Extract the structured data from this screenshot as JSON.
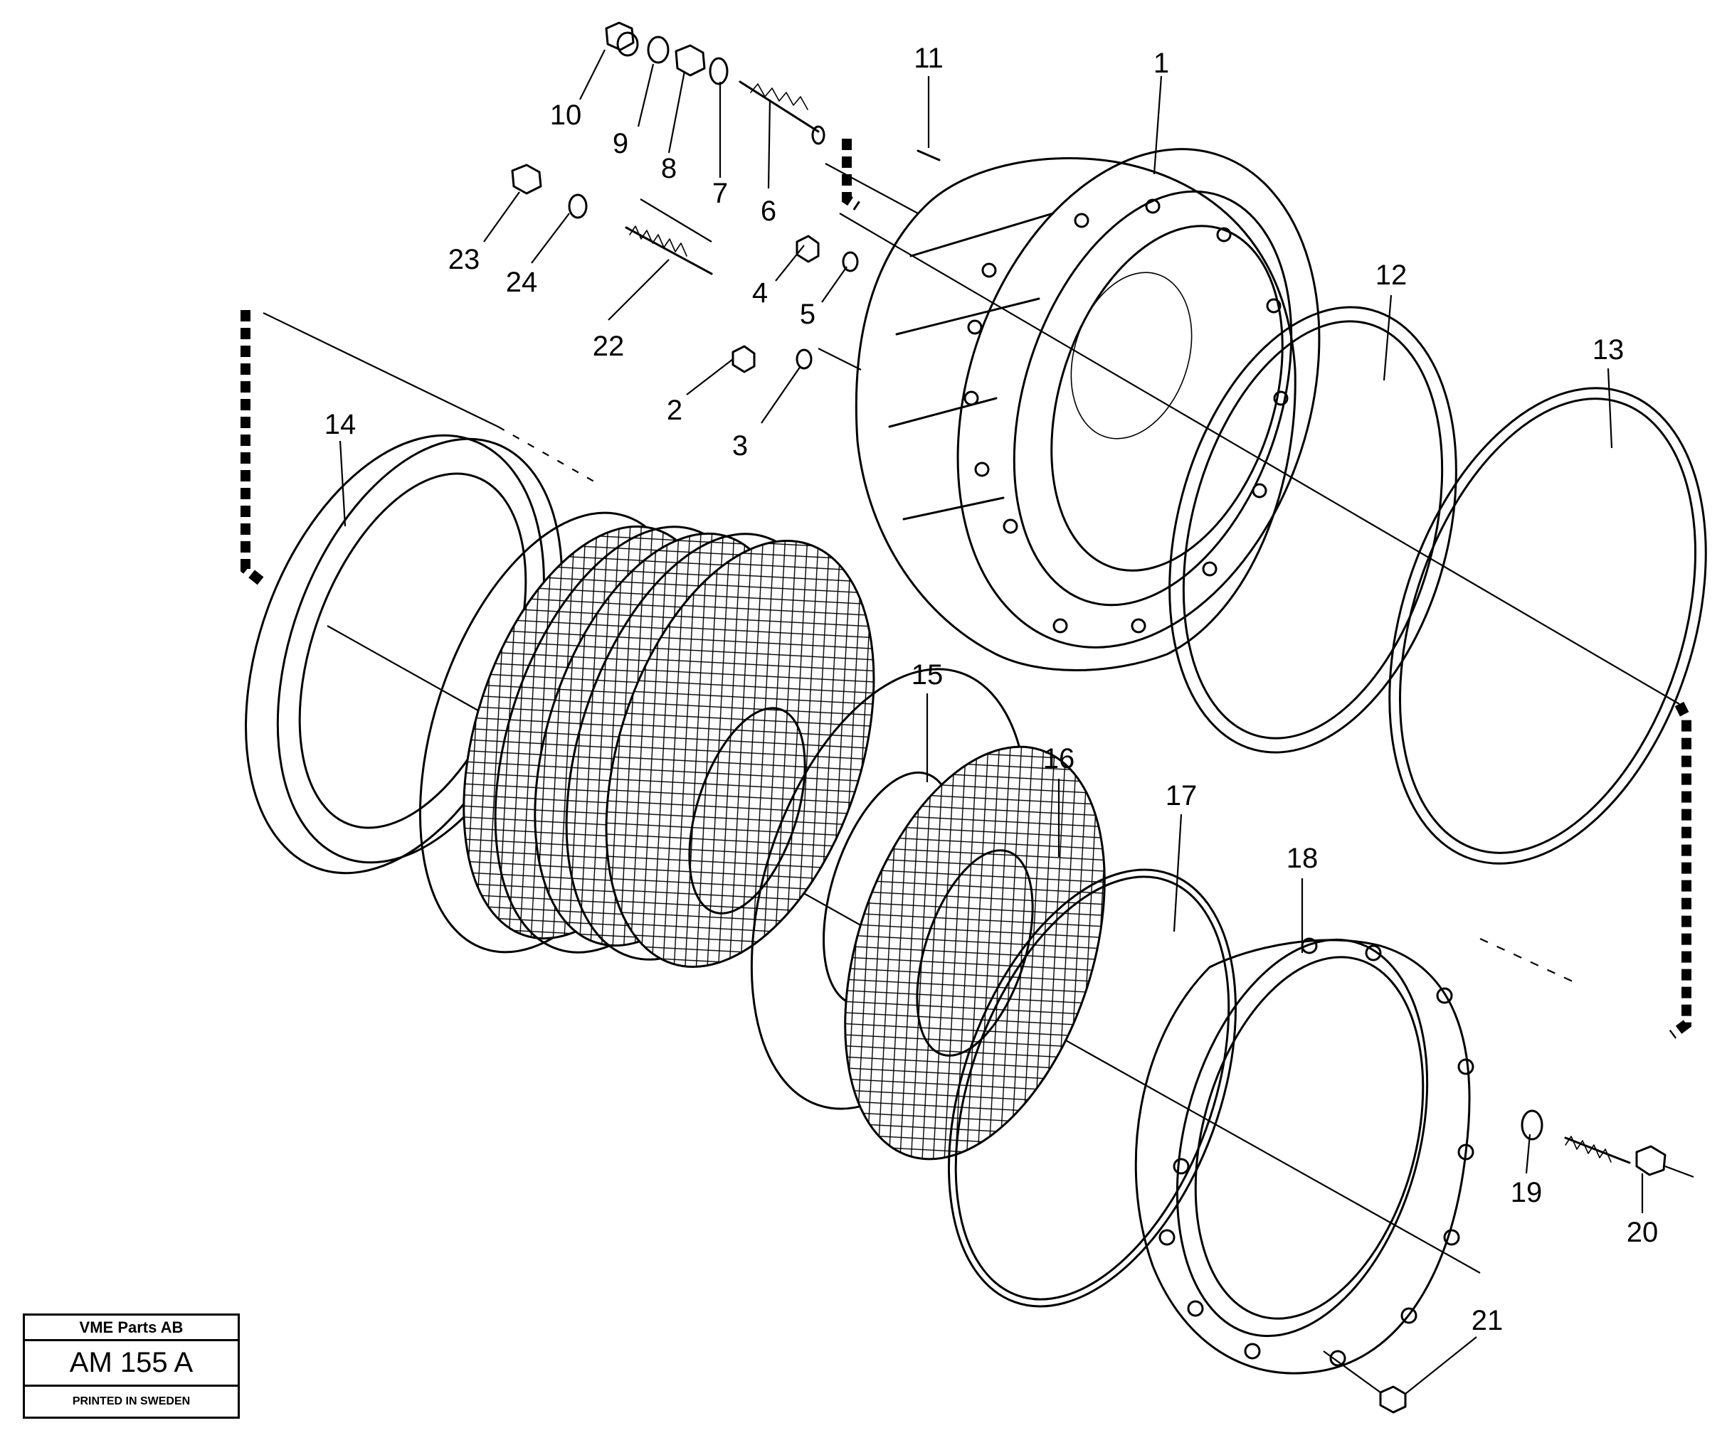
{
  "title_block": {
    "company": "VME Parts AB",
    "drawing_number": "AM 155 A",
    "imprint": "PRINTED IN SWEDEN"
  },
  "callouts": [
    "1",
    "2",
    "3",
    "4",
    "5",
    "6",
    "7",
    "8",
    "9",
    "10",
    "11",
    "12",
    "13",
    "14",
    "15",
    "16",
    "17",
    "18",
    "19",
    "20",
    "21",
    "22",
    "23",
    "24"
  ]
}
